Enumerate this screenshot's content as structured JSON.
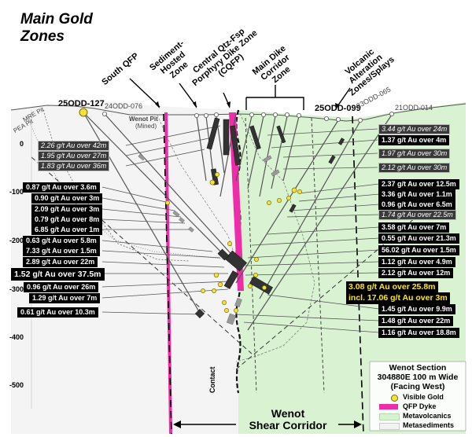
{
  "title": {
    "line1": "Main Gold",
    "line2": "Zones"
  },
  "zones": {
    "south_qfp": "South QFP",
    "sediment_hosted": [
      "Sediment-",
      "Hosted",
      "Zone"
    ],
    "central_qtz": [
      "Central Qtz-Fsp",
      "Porphyry Dike Zone",
      "(CQFP)"
    ],
    "main_dike": [
      "Main Dike",
      "Corridor",
      "Zone"
    ],
    "volcanic": [
      "Volcanic",
      "Alteration",
      "Zones/Splays"
    ]
  },
  "holes": {
    "h127": "25ODD-127",
    "h076": "24ODD-076",
    "h099": "25ODD-099",
    "h065": "23ODD-065",
    "h014": "21ODD-014"
  },
  "surface_labels": {
    "mre_pit": "MRE Pit",
    "pea_pit": "PEA Pit",
    "wenot_pit": "Wenot Pit",
    "mined": "(Mined)"
  },
  "depth_ticks": [
    "0",
    "-100",
    "-200",
    "-300",
    "-400",
    "-500"
  ],
  "assays_left": [
    {
      "text": "2.26 g/t Au over 42m",
      "style": "it"
    },
    {
      "text": "1.95 g/t Au over 27m",
      "style": "it"
    },
    {
      "text": "1.83 g/t Au over 36m",
      "style": "it"
    },
    {
      "text": "0.87 g/t Au over 3.6m",
      "style": "b"
    },
    {
      "text": "0.90 g/t Au over 3m",
      "style": "b"
    },
    {
      "text": "2.09 g/t Au over 3m",
      "style": "b"
    },
    {
      "text": "0.79 g/t Au over 8m",
      "style": "b"
    },
    {
      "text": "6.85 g/t Au over 1m",
      "style": "b"
    },
    {
      "text": "0.63 g/t Au over 5.8m",
      "style": "b"
    },
    {
      "text": "7.33 g/t Au over 1.5m",
      "style": "b"
    },
    {
      "text": "2.89 g/t Au over 22m",
      "style": "b"
    },
    {
      "text": "1.52 g/t Au over 37.5m",
      "style": "big"
    },
    {
      "text": "0.96 g/t Au over 26m",
      "style": "b"
    },
    {
      "text": "1.29 g/t Au over 7m",
      "style": "b"
    },
    {
      "text": "0.61 g/t Au over 10.3m",
      "style": "b"
    }
  ],
  "assays_right": [
    {
      "text": "3.44 g/t Au over 24m",
      "style": "it"
    },
    {
      "text": "1.37 g/t Au over 4m",
      "style": "b"
    },
    {
      "text": "1.97 g/t Au over 30m",
      "style": "it"
    },
    {
      "text": "2.12 g/t Au over 30m",
      "style": "it"
    },
    {
      "text": "2.37 g/t Au over 12.5m",
      "style": "b"
    },
    {
      "text": "3.36 g/t Au over 1.1m",
      "style": "b"
    },
    {
      "text": "0.96 g/t Au over 6.5m",
      "style": "b"
    },
    {
      "text": "1.74 g/t Au over 22.5m",
      "style": "it"
    },
    {
      "text": "3.58 g/t Au over 7m",
      "style": "b"
    },
    {
      "text": "0.55 g/t Au over 21.3m",
      "style": "b"
    },
    {
      "text": "56.02 g/t Au over 1.5m",
      "style": "b"
    },
    {
      "text": "1.12 g/t Au over 4.9m",
      "style": "b"
    },
    {
      "text": "2.12 g/t Au over 12m",
      "style": "b"
    },
    {
      "text": "1.45 g/t Au over 9.9m",
      "style": "b"
    },
    {
      "text": "1.48 g/t Au over 22m",
      "style": "b"
    },
    {
      "text": "1.16 g/t Au over 18.8m",
      "style": "b"
    }
  ],
  "highlight": {
    "line1": "3.08 g/t Au over 25.8m",
    "line2": "incl. 17.06 g/t Au over 3m"
  },
  "contact_label": "Contact",
  "corridor": {
    "line1": "Wenot",
    "line2": "Shear Corridor"
  },
  "section": {
    "line1": "Wenot Section",
    "line2": "304880E 100 m Wide",
    "line3": "(Facing West)"
  },
  "legend": [
    {
      "label": "Visible Gold",
      "symbol": "gold-dot",
      "color": "#f2e23a"
    },
    {
      "label": "QFP Dyke",
      "symbol": "bar",
      "color": "#ee2ea8"
    },
    {
      "label": "Metavolcanics",
      "symbol": "bar",
      "color": "#d6f2cf"
    },
    {
      "label": "Metasediments",
      "symbol": "bar",
      "color": "#f2f2f2"
    }
  ],
  "colors": {
    "qfp": "#ee2ea8",
    "metavolcanics": "#d6f2cf",
    "metasediments": "#f2f2f2",
    "visible_gold": "#f2e23a",
    "highlight_text": "#ffe900"
  }
}
